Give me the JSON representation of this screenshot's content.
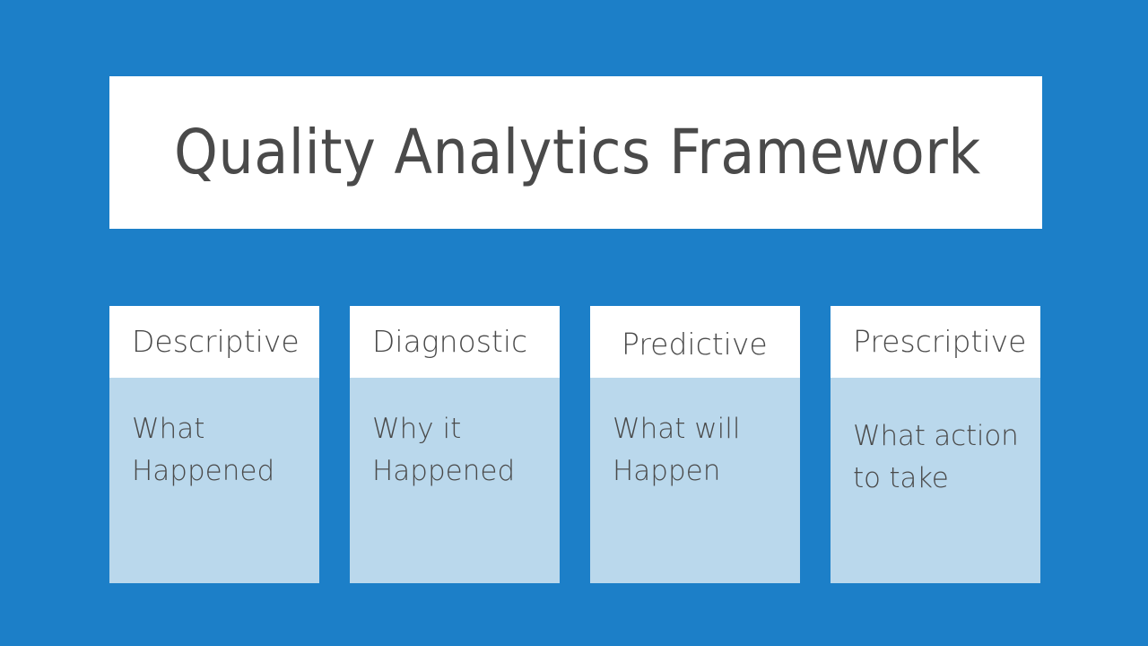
{
  "slide": {
    "background_color": "#1c7fc8",
    "title": "Quality Analytics Framework",
    "title_color": "#4a4a4a",
    "title_panel_color": "#ffffff"
  },
  "cards": [
    {
      "header": "Descriptive",
      "body": "What\nHappened",
      "header_bg": "#ffffff",
      "body_bg": "#bad8ec",
      "text_color": "#4a4a4a"
    },
    {
      "header": "Diagnostic",
      "body": "Why it\nHappened",
      "header_bg": "#ffffff",
      "body_bg": "#bad8ec",
      "text_color": "#4a4a4a"
    },
    {
      "header": "Predictive",
      "body": "What will\nHappen",
      "header_bg": "#ffffff",
      "body_bg": "#bad8ec",
      "text_color": "#4a4a4a"
    },
    {
      "header": "Prescriptive",
      "body": "What action\nto take",
      "header_bg": "#ffffff",
      "body_bg": "#bad8ec",
      "text_color": "#4a4a4a"
    }
  ]
}
